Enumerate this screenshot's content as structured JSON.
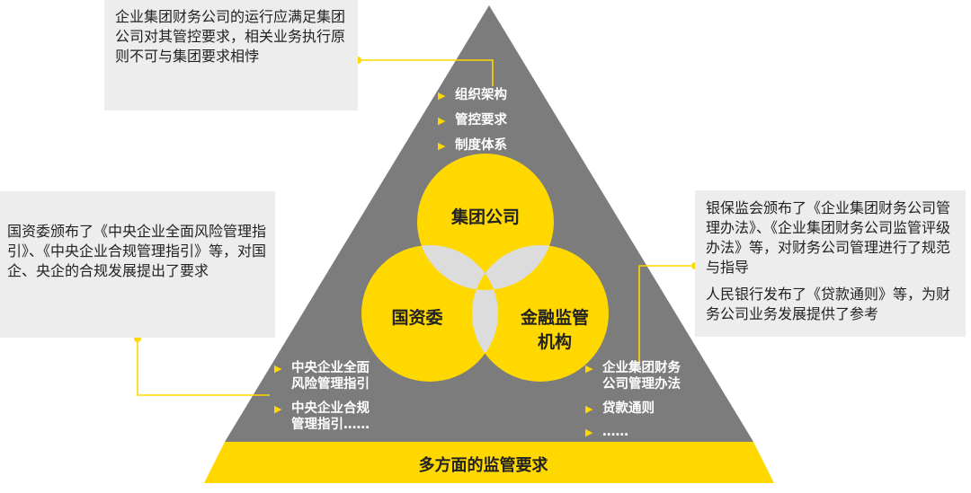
{
  "colors": {
    "triangle": "#7c7c7c",
    "circle": "#ffd800",
    "overlap": "#dcdcdc",
    "accent": "#ffd800",
    "note_bg": "#ededed"
  },
  "notes": {
    "top": "企业集团财务公司的运行应满足集团公司对其管控要求，相关业务执行原则不可与集团要求相悖",
    "left": "国资委颁布了《中央企业全面风险管理指引》、《中央企业合规管理指引》等，对国企、央企的合规发展提出了要求",
    "right_1": "银保监会颁布了《企业集团财务公司管理办法》、《企业集团财务公司监管评级办法》等，对财务公司管理进行了规范与指导",
    "right_2": "人民银行发布了《贷款通则》等，为财务公司业务发展提供了参考"
  },
  "circles": {
    "top": "集团公司",
    "left": "国资委",
    "right_line1": "金融监管",
    "right_line2": "机构"
  },
  "top_items": [
    "组织架构",
    "管控要求",
    "制度体系"
  ],
  "left_items": [
    {
      "line1": "中央企业全面",
      "line2": "风险管理指引"
    },
    {
      "line1": "中央企业合规",
      "line2": "管理指引……"
    }
  ],
  "right_items": [
    {
      "line1": "企业集团财务",
      "line2": "公司管理办法"
    },
    {
      "line1": "贷款通则",
      "line2": ""
    },
    {
      "line1": "……",
      "line2": ""
    }
  ],
  "base_title": "多方面的监管要求"
}
